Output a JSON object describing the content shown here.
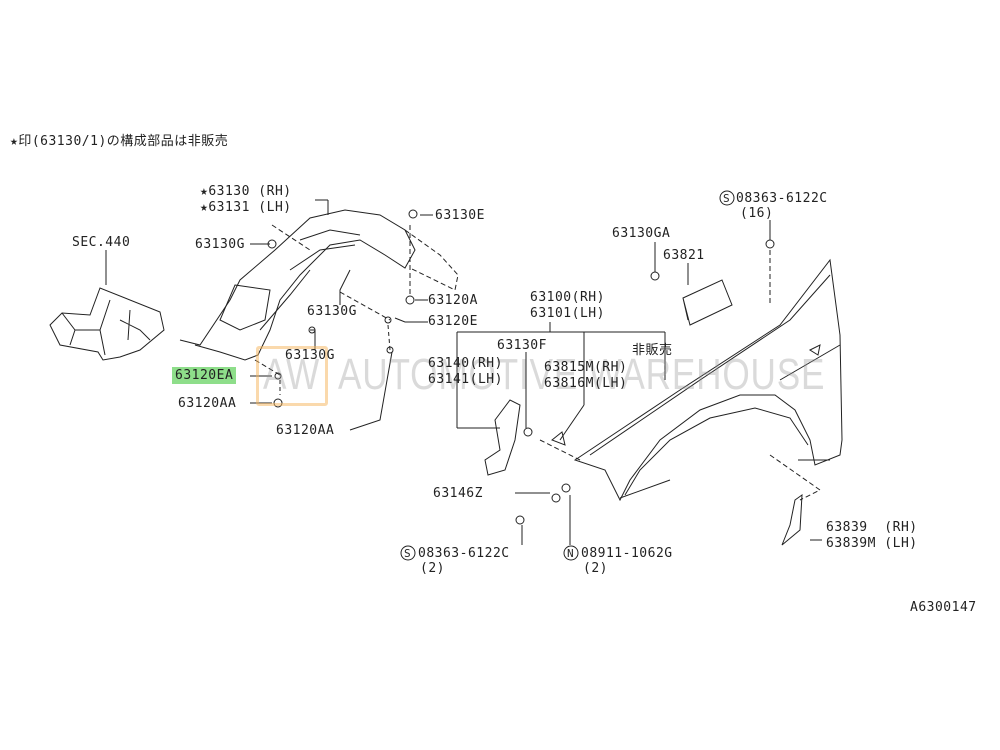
{
  "note": "★印(63130/1)の構成部品は非販売",
  "labels": {
    "liner_rh": "★63130 (RH)",
    "liner_lh": "★63131 (LH)",
    "sec440": "SEC.440",
    "g_top": "63130G",
    "e_top": "63130E",
    "ga": "63130GA",
    "p63821": "63821",
    "bolt_top": "08363-6122C",
    "bolt_top_qty": "(16)",
    "g_mid": "63130G",
    "a": "63120A",
    "e": "63120E",
    "fender_rh": "63100(RH)",
    "fender_lh": "63101(LH)",
    "f": "63130F",
    "not_sold": "非販売",
    "p63140": "63140(RH)",
    "p63141": "63141(LH)",
    "p63815": "63815M(RH)",
    "p63816": "63816M(LH)",
    "g_low": "63130G",
    "ea": "63120EA",
    "aa_left": "63120AA",
    "aa_right": "63120AA",
    "z": "63146Z",
    "bolt_bottom": "08363-6122C",
    "bolt_bottom_qty": "(2)",
    "nut_bottom": "08911-1062G",
    "nut_bottom_qty": "(2)",
    "p63839": "63839  (RH)",
    "p63839m": "63839M (LH)",
    "diagram_id": "A6300147",
    "s_mark": "S",
    "n_mark": "N"
  },
  "watermark": {
    "logo": "AW",
    "text": "AUTOMOTIVE WAREHOUSE"
  },
  "colors": {
    "highlight": "#8ede8a",
    "line": "#222222"
  }
}
